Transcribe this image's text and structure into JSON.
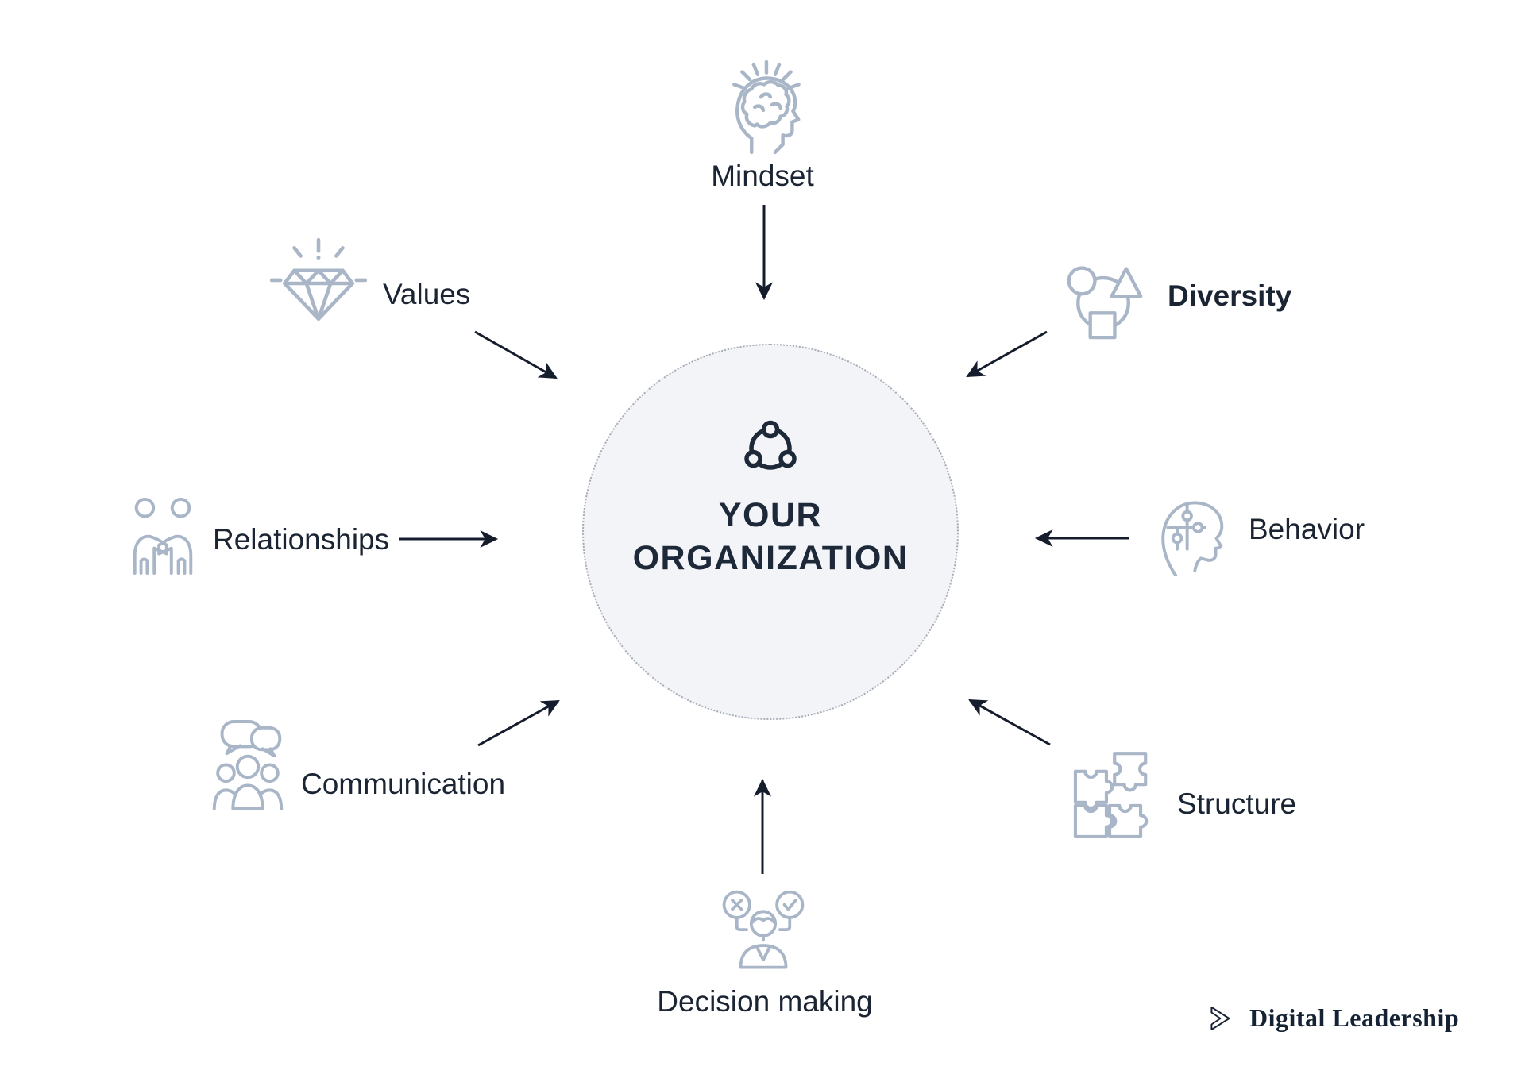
{
  "center": {
    "icon": "team-network-icon",
    "line1": "YOUR",
    "line2": "ORGANIZATION"
  },
  "items": [
    {
      "id": "mindset",
      "label": "Mindset",
      "icon": "head-brain-icon",
      "emphasis": false
    },
    {
      "id": "values",
      "label": "Values",
      "icon": "diamond-gem-icon",
      "emphasis": false
    },
    {
      "id": "diversity",
      "label": "Diversity",
      "icon": "geometric-shapes-icon",
      "emphasis": true
    },
    {
      "id": "relationships",
      "label": "Relationships",
      "icon": "handshake-people-icon",
      "emphasis": false
    },
    {
      "id": "behavior",
      "label": "Behavior",
      "icon": "head-puzzle-icon",
      "emphasis": false
    },
    {
      "id": "communication",
      "label": "Communication",
      "icon": "people-speech-bubbles-icon",
      "emphasis": false
    },
    {
      "id": "structure",
      "label": "Structure",
      "icon": "puzzle-pieces-icon",
      "emphasis": false
    },
    {
      "id": "decision_making",
      "label": "Decision making",
      "icon": "person-decision-icon",
      "emphasis": false
    }
  ],
  "connections": [
    {
      "from": "mindset",
      "to": "your-organization"
    },
    {
      "from": "values",
      "to": "your-organization"
    },
    {
      "from": "diversity",
      "to": "your-organization"
    },
    {
      "from": "relationships",
      "to": "your-organization"
    },
    {
      "from": "behavior",
      "to": "your-organization"
    },
    {
      "from": "communication",
      "to": "your-organization"
    },
    {
      "from": "structure",
      "to": "your-organization"
    },
    {
      "from": "decision_making",
      "to": "your-organization"
    }
  ],
  "logo": {
    "icon": "chevron-right-icon",
    "text": "Digital Leadership"
  },
  "colors": {
    "background": "#ffffff",
    "icon_stroke": "#a9b6c8",
    "label_text": "#1b2433",
    "arrow": "#151d2c",
    "center_fill": "#f3f4f8",
    "center_dot_border": "#a7abb5",
    "center_text": "#1d2839",
    "logo_text": "#152234"
  }
}
